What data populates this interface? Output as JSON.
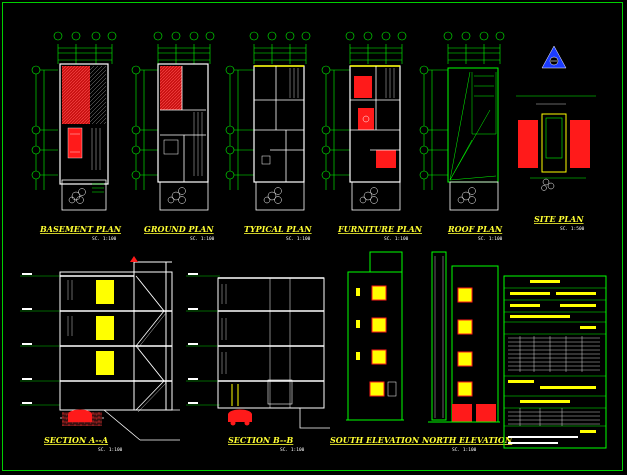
{
  "drawing": {
    "plans": [
      {
        "key": "basement",
        "title": "BASEMENT  PLAN",
        "scale": "SC. 1:100"
      },
      {
        "key": "ground",
        "title": "GROUND  PLAN",
        "scale": "SC. 1:100"
      },
      {
        "key": "typical",
        "title": "TYPICAL  PLAN",
        "scale": "SC. 1:100"
      },
      {
        "key": "furniture",
        "title": "FURNITURE  PLAN",
        "scale": "SC. 1:100"
      },
      {
        "key": "roof",
        "title": "ROOF  PLAN",
        "scale": "SC. 1:100"
      }
    ],
    "site": {
      "title": "SITE  PLAN",
      "scale": "SC. 1:500"
    },
    "sections": [
      {
        "key": "section-a",
        "title": "SECTION  A--A",
        "scale": "SC. 1:100"
      },
      {
        "key": "section-b",
        "title": "SECTION  B--B",
        "scale": "SC. 1:100"
      }
    ],
    "elevations": {
      "title": "SOUTH ELEVATION  NORTH ELEVATION",
      "scale": "SC. 1:100"
    },
    "colors": {
      "background": "#000000",
      "wall": "#ffffff",
      "dimension": "#00ff00",
      "fill_red": "#ff2020",
      "window": "#ffff00",
      "accent_blue": "#1c3cff",
      "border": "#00d000"
    },
    "logo_icon": "triangle-logo-icon"
  }
}
